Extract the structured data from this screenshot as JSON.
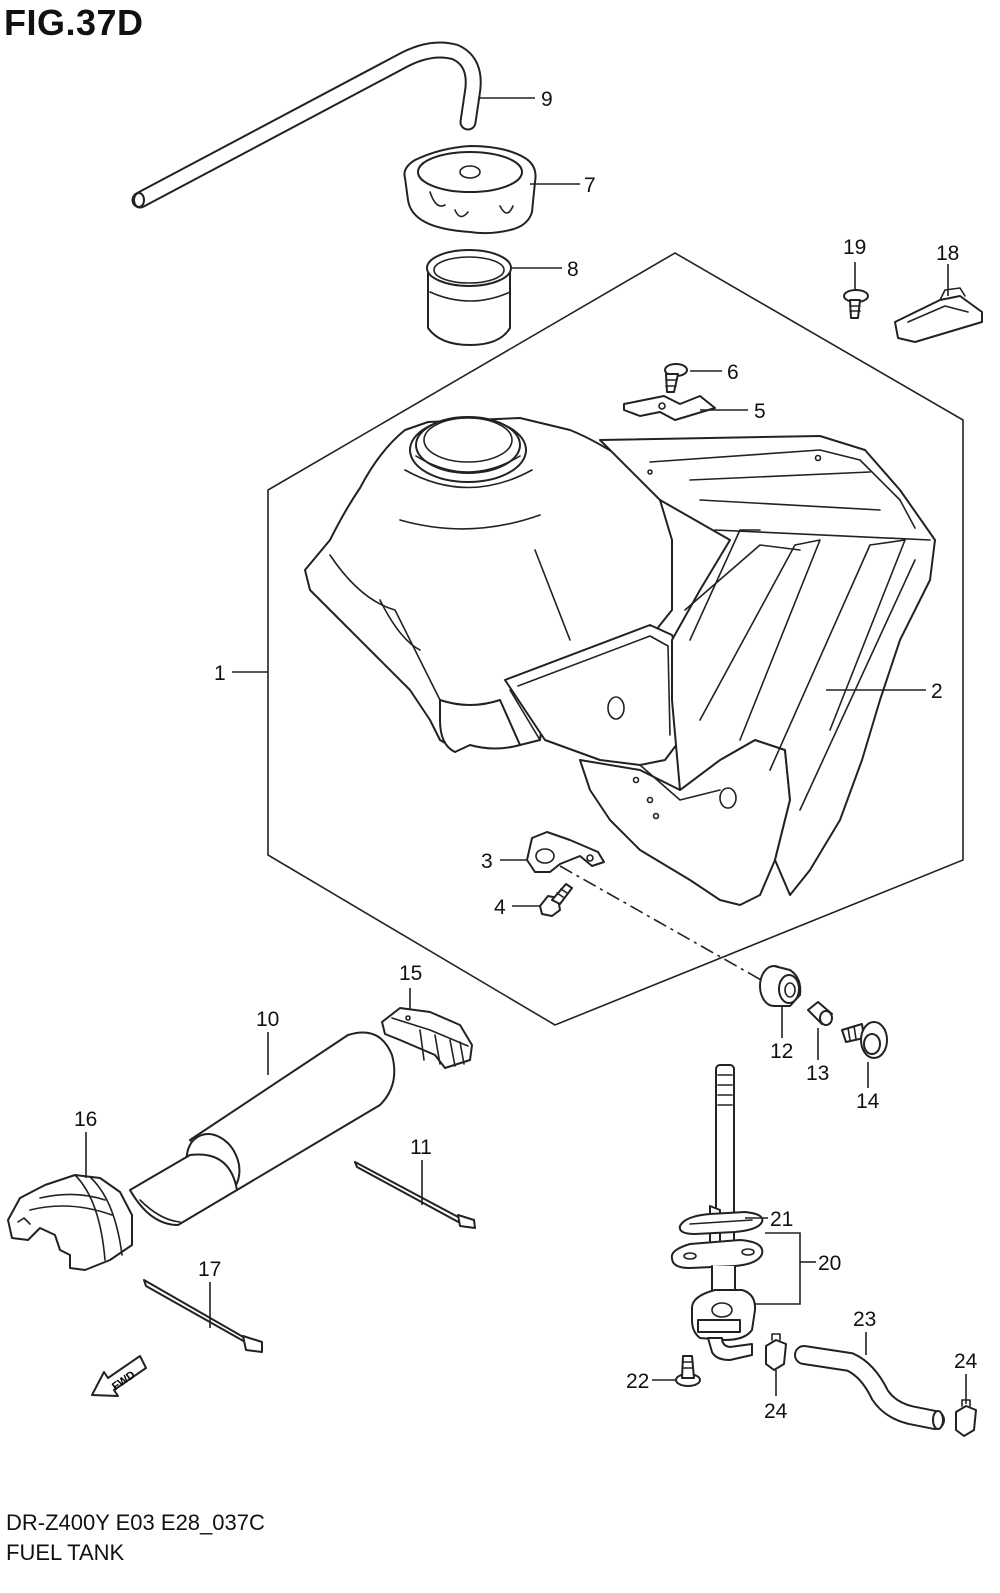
{
  "figure": {
    "title": "FIG.37D",
    "model_code": "DR-Z400Y E03 E28_037C",
    "caption": "FUEL TANK"
  },
  "fwd_arrow_label": "FWD",
  "callouts": {
    "c1": "1",
    "c2": "2",
    "c3": "3",
    "c4": "4",
    "c5": "5",
    "c6": "6",
    "c7": "7",
    "c8": "8",
    "c9": "9",
    "c10": "10",
    "c11": "11",
    "c12": "12",
    "c13": "13",
    "c14": "14",
    "c15": "15",
    "c16": "16",
    "c17": "17",
    "c18": "18",
    "c19": "19",
    "c20": "20",
    "c21": "21",
    "c22": "22",
    "c23": "23",
    "c24a": "24",
    "c24b": "24"
  }
}
